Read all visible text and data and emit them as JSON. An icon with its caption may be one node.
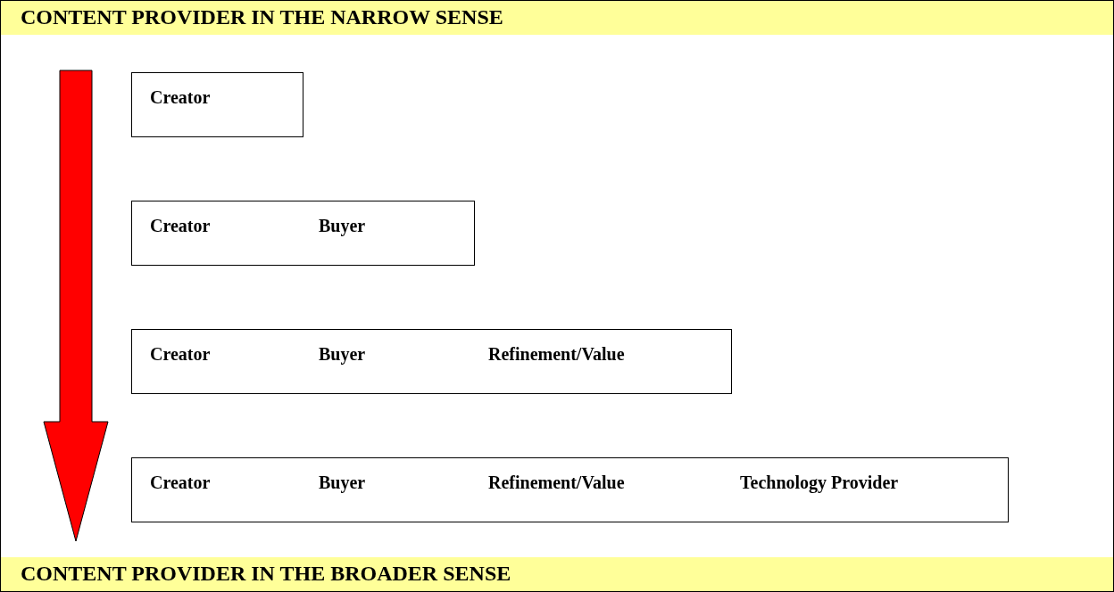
{
  "diagram": {
    "nodes": [
      {
        "text": [
          "CONTENT PROVIDER IN THE NARROW SENSE"
        ]
      },
      {
        "text": [
          "Creator"
        ]
      },
      {
        "text": [
          "Creator",
          "Buyer"
        ]
      },
      {
        "text": [
          "Creator",
          "Buyer",
          "Refinement/Value"
        ]
      },
      {
        "text": [
          "Creator",
          "Buyer",
          "Refinement/Value",
          "Technology Provider"
        ]
      },
      {
        "text": [
          "CONTENT PROVIDER IN THE BROADER SENSE"
        ]
      }
    ]
  }
}
